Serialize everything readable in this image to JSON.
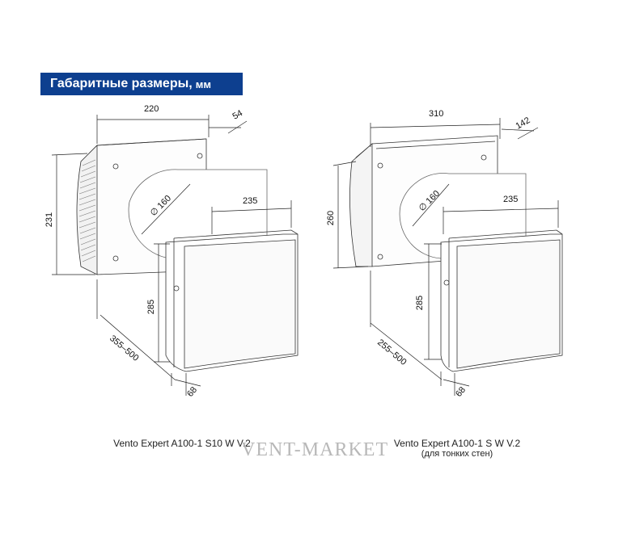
{
  "header": {
    "title": "Габаритные размеры,",
    "unit": "мм",
    "background": "#0d3f8f"
  },
  "models": [
    {
      "caption": "Vento Expert A100-1 S10 W V.2",
      "subcaption": "",
      "dimensions": {
        "width_top": "220",
        "depth_top": "54",
        "height_left": "231",
        "duct_diameter": "∅ 160",
        "panel_width": "235",
        "panel_height": "285",
        "wall_range": "355–500",
        "panel_depth": "68"
      }
    },
    {
      "caption": "Vento Expert A100-1 S W V.2",
      "subcaption": "(для тонких стен)",
      "dimensions": {
        "width_top": "310",
        "depth_top": "142",
        "height_left": "260",
        "duct_diameter": "∅ 160",
        "panel_width": "235",
        "panel_height": "285",
        "wall_range": "255–500",
        "panel_depth": "68"
      }
    }
  ],
  "watermark": "VENT-MARKET"
}
